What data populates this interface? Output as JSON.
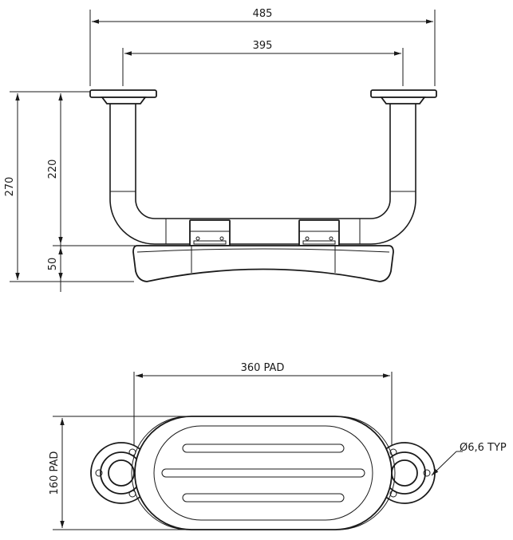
{
  "front_view": {
    "overall_width": "485",
    "mount_span": "395",
    "overall_height": "270",
    "rail_height": "220",
    "pad_thickness": "50"
  },
  "top_view": {
    "pad_length": "360 PAD",
    "pad_width": "160 PAD",
    "hole_diameter": "Ø6,6 TYP"
  }
}
